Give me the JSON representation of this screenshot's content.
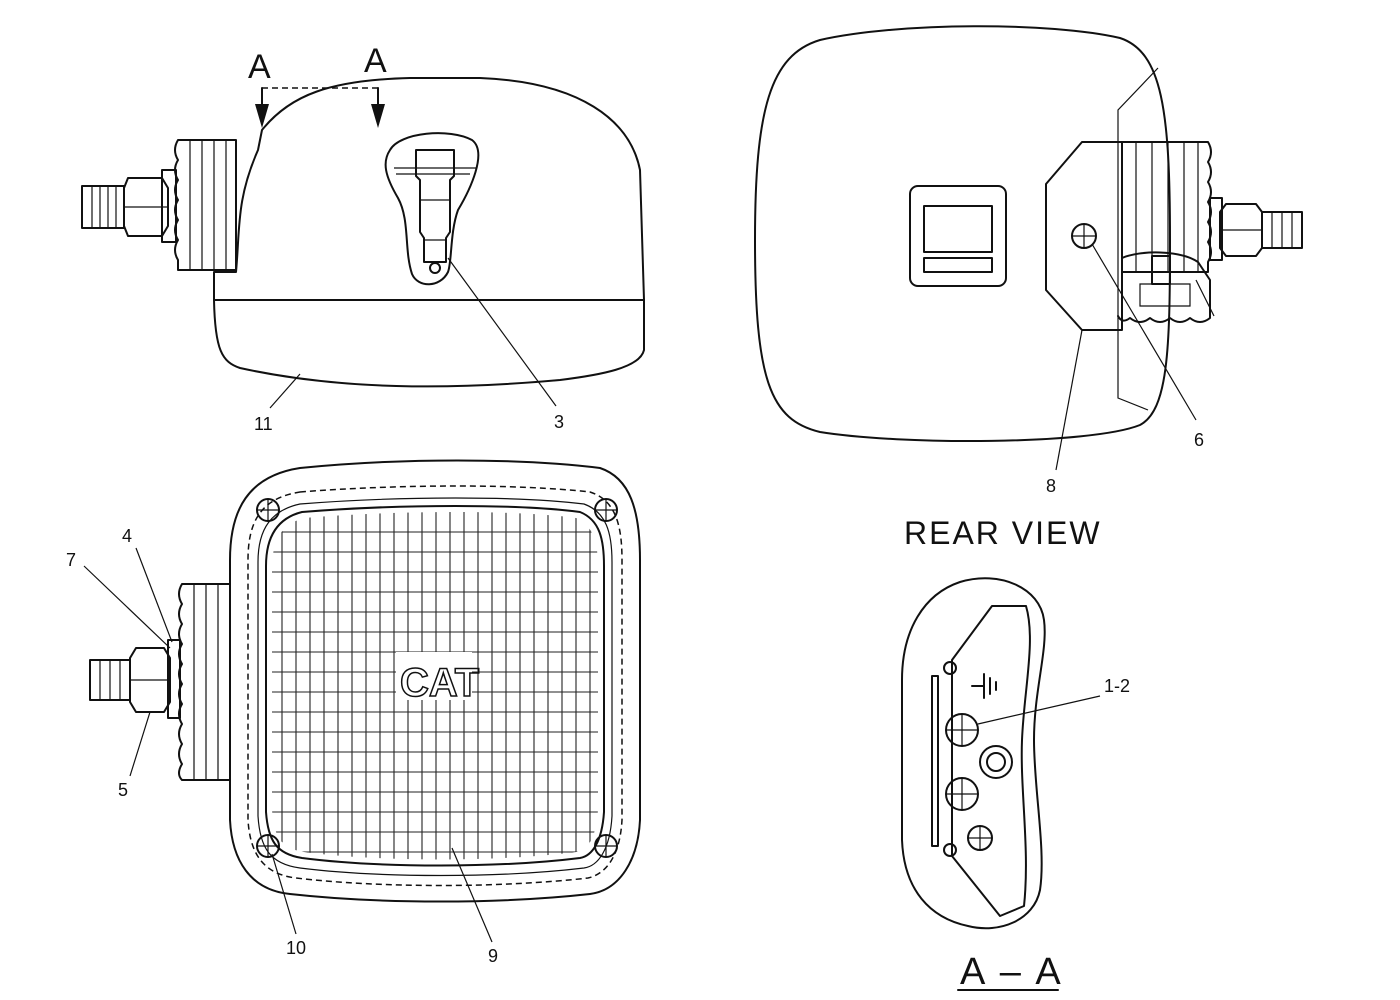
{
  "section_marks": {
    "left": "A",
    "right": "A"
  },
  "callouts": {
    "c11": "11",
    "c3": "3",
    "c6": "6",
    "c8": "8",
    "c4": "4",
    "c7": "7",
    "c5": "5",
    "c10": "10",
    "c9": "9",
    "c12": "1-2"
  },
  "logo_text": "CAT",
  "rear_view_label": "REAR VIEW",
  "section_label": "A – A"
}
